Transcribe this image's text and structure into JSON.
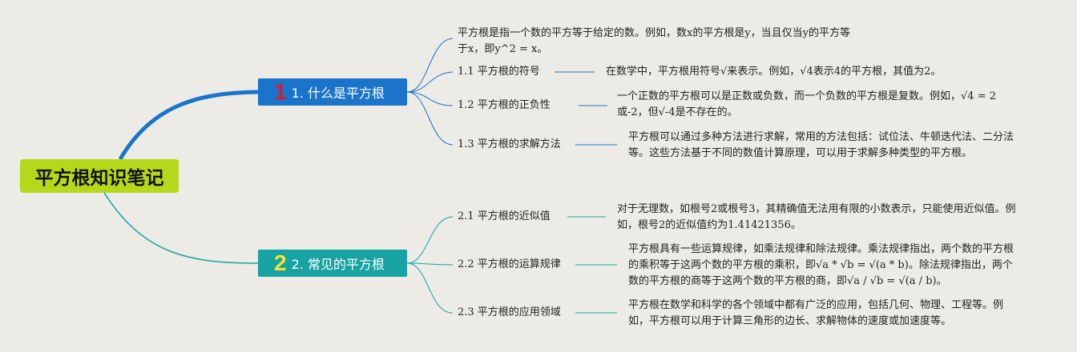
{
  "root": {
    "title": "平方根知识笔记"
  },
  "branches": [
    {
      "number": "1",
      "title": "1. 什么是平方根",
      "intro": "平方根是指一个数的平方等于给定的数。例如，数x的平方根是y，当且仅当y的平方等于x，即y^2 = x。",
      "children": [
        {
          "title": "1.1 平方根的符号",
          "note": "在数学中，平方根用符号√来表示。例如，√4表示4的平方根，其值为2。"
        },
        {
          "title": "1.2 平方根的正负性",
          "note": "一个正数的平方根可以是正数或负数，而一个负数的平方根是复数。例如，√4 = 2或-2，但√-4是不存在的。"
        },
        {
          "title": "1.3 平方根的求解方法",
          "note": "平方根可以通过多种方法进行求解，常用的方法包括：试位法、牛顿迭代法、二分法等。这些方法基于不同的数值计算原理，可以用于求解多种类型的平方根。"
        }
      ]
    },
    {
      "number": "2",
      "title": "2. 常见的平方根",
      "children": [
        {
          "title": "2.1 平方根的近似值",
          "note": "对于无理数，如根号2或根号3，其精确值无法用有限的小数表示，只能使用近似值。例如，根号2的近似值约为1.41421356。"
        },
        {
          "title": "2.2 平方根的运算规律",
          "note": "平方根具有一些运算规律，如乘法规律和除法规律。乘法规律指出，两个数的平方根的乘积等于这两个数的平方根的乘积，即√a * √b = √(a * b)。除法规律指出，两个数的平方根的商等于这两个数的平方根的商，即√a / √b = √(a / b)。"
        },
        {
          "title": "2.3 平方根的应用领域",
          "note": "平方根在数学和科学的各个领域中都有广泛的应用，包括几何、物理、工程等。例如，平方根可以用于计算三角形的边长、求解物体的速度或加速度等。"
        }
      ]
    }
  ],
  "colors": {
    "background": "#ecebe6",
    "root": "#b5d91a",
    "branch1": "#1a74c9",
    "branch2": "#17a3a2",
    "num1": "#e0182d",
    "num2": "#f5e23b"
  }
}
